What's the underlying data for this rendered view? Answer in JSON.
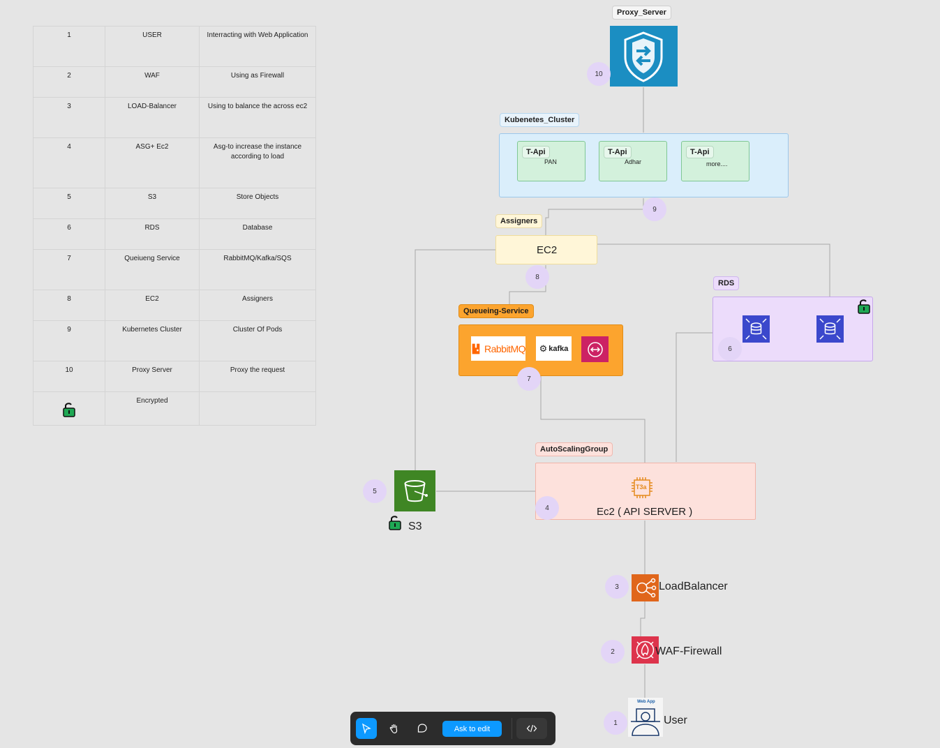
{
  "legend": {
    "rows": [
      {
        "num": "1",
        "name": "USER",
        "desc": "Interracting with Web Application"
      },
      {
        "num": "2",
        "name": "WAF",
        "desc": "Using as Firewall"
      },
      {
        "num": "3",
        "name": "LOAD-Balancer",
        "desc": "Using to balance the across ec2"
      },
      {
        "num": "4",
        "name": "ASG+ Ec2",
        "desc": "Asg-to increase the instance according to load"
      },
      {
        "num": "5",
        "name": "S3",
        "desc": "Store Objects"
      },
      {
        "num": "6",
        "name": "RDS",
        "desc": "Database"
      },
      {
        "num": "7",
        "name": "Queiueng Service",
        "desc": "RabbitMQ/Kafka/SQS"
      },
      {
        "num": "8",
        "name": "EC2",
        "desc": "Assigners"
      },
      {
        "num": "9",
        "name": "Kubernetes Cluster",
        "desc": "Cluster Of Pods"
      },
      {
        "num": "10",
        "name": "Proxy Server",
        "desc": "Proxy the request"
      },
      {
        "num": "",
        "name": "Encrypted",
        "desc": ""
      }
    ]
  },
  "diagram": {
    "proxy_tag": "Proxy_Server",
    "k8s_tag": "Kubenetes_Cluster",
    "tapi": [
      {
        "title": "T-Api",
        "sub": "PAN"
      },
      {
        "title": "T-Api",
        "sub": "Adhar"
      },
      {
        "title": "T-Api",
        "sub": "more...."
      }
    ],
    "assigners_tag": "Assigners",
    "ec2_label": "EC2",
    "queue_tag": "Queueing-Service",
    "rabbit": "RabbitMQ",
    "kafka": "kafka",
    "rds_tag": "RDS",
    "asg_tag": "AutoScalingGroup",
    "t3a": "T3a",
    "api_server": "Ec2 ( API SERVER )",
    "s3_label": "S3",
    "lb_label": "LoadBalancer",
    "waf_label": "WAF-Firewall",
    "webapp": "Web App",
    "user_label": "User",
    "badges": [
      "1",
      "2",
      "3",
      "4",
      "5",
      "6",
      "7",
      "8",
      "9",
      "10"
    ]
  },
  "toolbar": {
    "ask_label": "Ask to edit"
  },
  "colors": {
    "proxy": "#1b8ec2",
    "k8s": "#daeefb",
    "tapi": "#d3f1dc",
    "assigners": "#fff6d8",
    "queue": "#fca42e",
    "rds": "#ecdcfb",
    "asg": "#fde1dc",
    "s3": "#3f8624",
    "lb": "#e0661b",
    "waf": "#dd344c",
    "badge": "#e3d5f7"
  }
}
